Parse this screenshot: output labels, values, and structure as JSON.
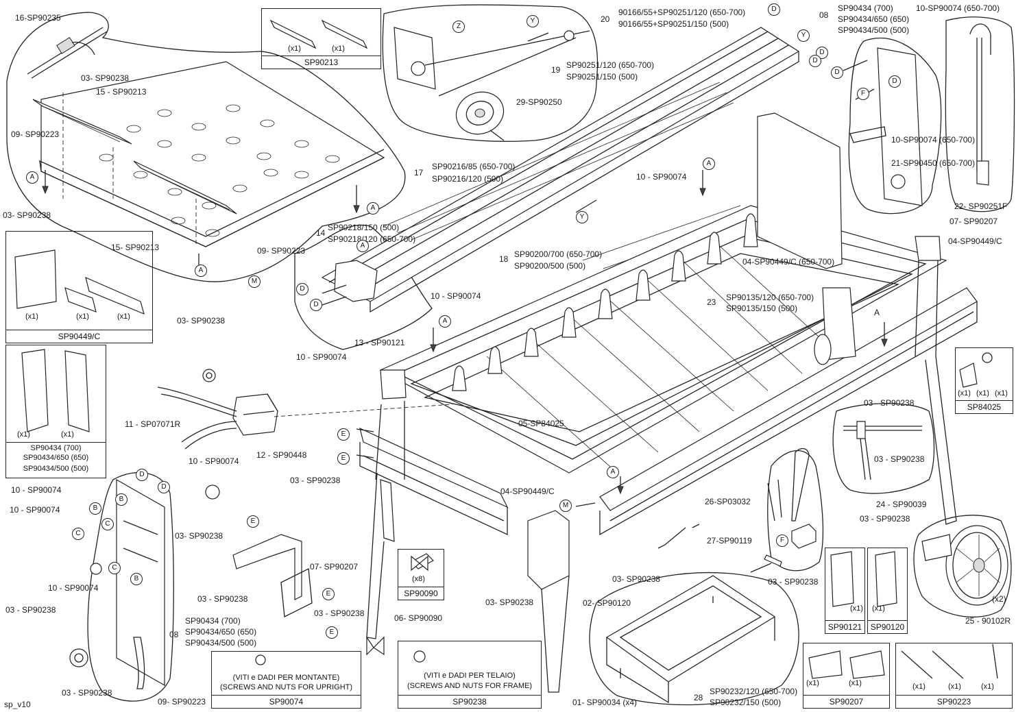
{
  "version_label": "sp_v10",
  "callouts": [
    {
      "text": "16-SP90235"
    },
    {
      "text": "03- SP90238"
    },
    {
      "text": "15 - SP90213"
    },
    {
      "text": "09- SP90223"
    },
    {
      "text": "03- SP90238"
    },
    {
      "text": "15- SP90213"
    },
    {
      "text": "09- SP90223"
    },
    {
      "text": "03- SP90238"
    },
    {
      "text": "14"
    },
    {
      "text": "SP90218/150 (500)"
    },
    {
      "text": "SP90218/120 (650-700)"
    },
    {
      "text": "17"
    },
    {
      "text": "SP90216/85 (650-700)"
    },
    {
      "text": "SP90216/120 (500)"
    },
    {
      "text": "20"
    },
    {
      "text": "90166/55+SP90251/120 (650-700)"
    },
    {
      "text": "90166/55+SP90251/150 (500)"
    },
    {
      "text": "19"
    },
    {
      "text": "SP90251/120 (650-700)"
    },
    {
      "text": "SP90251/150 (500)"
    },
    {
      "text": "29-SP90250"
    },
    {
      "text": "08"
    },
    {
      "text": "SP90434 (700)"
    },
    {
      "text": "SP90434/650 (650)"
    },
    {
      "text": "SP90434/500 (500)"
    },
    {
      "text": "10-SP90074 (650-700)"
    },
    {
      "text": "10-SP90074 (650-700)"
    },
    {
      "text": "21-SP90450 (650-700)"
    },
    {
      "text": "22- SP90251F"
    },
    {
      "text": "07- SP90207"
    },
    {
      "text": "04-SP90449/C"
    },
    {
      "text": "10 - SP90074"
    },
    {
      "text": "18"
    },
    {
      "text": "SP90200/700 (650-700)"
    },
    {
      "text": "SP90200/500 (500)"
    },
    {
      "text": "04-SP90449/C (650-700)"
    },
    {
      "text": "23"
    },
    {
      "text": "SP90135/120 (650-700)"
    },
    {
      "text": "SP90135/150 (500)"
    },
    {
      "text": "10 - SP90074"
    },
    {
      "text": "10 - SP90074"
    },
    {
      "text": "13 - SP90121"
    },
    {
      "text": "11 - SP07071R"
    },
    {
      "text": "10 - SP90074"
    },
    {
      "text": "12 - SP90448"
    },
    {
      "text": "05-SP84025"
    },
    {
      "text": "04-SP90449/C"
    },
    {
      "text": "03 - SP90238"
    },
    {
      "text": "03 - SP90238"
    },
    {
      "text": "24 - SP90039"
    },
    {
      "text": "26-SP03032"
    },
    {
      "text": "03 - SP90238"
    },
    {
      "text": "27-SP90119"
    },
    {
      "text": "03 - SP90238"
    },
    {
      "text": "03- SP90238"
    },
    {
      "text": "03- SP90238"
    },
    {
      "text": "02- SP90120"
    },
    {
      "text": "25 - 90102R"
    },
    {
      "text": "10 - SP90074"
    },
    {
      "text": "10 - SP90074"
    },
    {
      "text": "10 - SP90074"
    },
    {
      "text": "03 - SP90238"
    },
    {
      "text": "03- SP90238"
    },
    {
      "text": "07- SP90207"
    },
    {
      "text": "03 - SP90238"
    },
    {
      "text": "03 - SP90238"
    },
    {
      "text": "03 - SP90238"
    },
    {
      "text": "08"
    },
    {
      "text": "SP90434 (700)"
    },
    {
      "text": "SP90434/650 (650)"
    },
    {
      "text": "SP90434/500 (500)"
    },
    {
      "text": "09- SP90223"
    },
    {
      "text": "03 - SP90238"
    },
    {
      "text": "06- SP90090"
    },
    {
      "text": "01- SP90034 (x4)"
    },
    {
      "text": "28"
    },
    {
      "text": "SP90232/120 (650-700)"
    },
    {
      "text": "SP90232/150 (500)"
    }
  ],
  "detail_boxes": [
    {
      "caption": "SP90213",
      "qty": [
        "(x1)",
        "(x1)"
      ]
    },
    {
      "caption": "SP90449/C",
      "qty": [
        "(x1)",
        "(x1)",
        "(x1)"
      ]
    },
    {
      "caption": "SP90434 (700)",
      "caption2": "SP90434/650 (650)",
      "caption3": "SP90434/500 (500)",
      "qty": [
        "(x1)",
        "(x1)"
      ]
    },
    {
      "caption": "SP84025",
      "qty": [
        "(x1)",
        "(x1)",
        "(x1)"
      ]
    },
    {
      "caption": "SP90090",
      "qty": [
        "(x8)"
      ]
    },
    {
      "caption": "SP90121",
      "qty": [
        "(x1)"
      ]
    },
    {
      "caption": "SP90120",
      "qty": [
        "(x1)"
      ]
    },
    {
      "caption": "SP90074",
      "line1": "(VITI e DADI PER MONTANTE)",
      "line2": "(SCREWS AND NUTS FOR UPRIGHT)"
    },
    {
      "caption": "SP90238",
      "line1": "(VITI e DADI PER TELAIO)",
      "line2": "(SCREWS AND NUTS FOR FRAME)"
    },
    {
      "caption": "SP90207",
      "qty": [
        "(x1)",
        "(x1)"
      ]
    },
    {
      "caption": "SP90223",
      "qty": [
        "(x1)",
        "(x1)",
        "(x1)"
      ]
    }
  ],
  "wheel_qty": "(x2)",
  "markers": [
    "A",
    "A",
    "A",
    "A",
    "A",
    "A",
    "A",
    "A",
    "B",
    "B",
    "B",
    "C",
    "C",
    "C",
    "D",
    "D",
    "D",
    "D",
    "D",
    "D",
    "D",
    "D",
    "D",
    "E",
    "E",
    "E",
    "E",
    "E",
    "F",
    "F",
    "M",
    "M",
    "Y",
    "Y",
    "Y",
    "Z"
  ]
}
